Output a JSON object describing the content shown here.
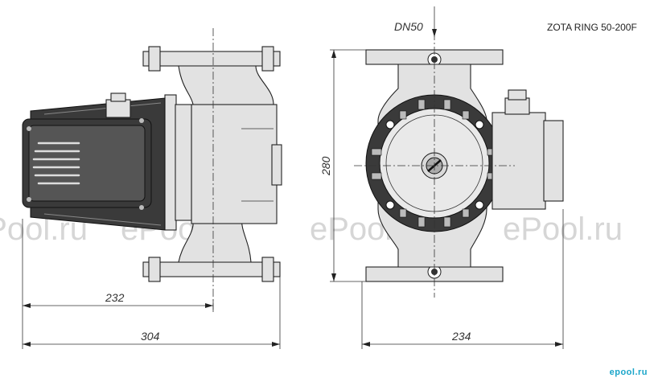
{
  "title": "ZOTA RING 50-200F",
  "nominal_diameter": "DN50",
  "dimensions": {
    "length_to_axis": "232",
    "overall_length": "304",
    "height": "280",
    "width": "234"
  },
  "watermarks": [
    "ePool.ru",
    "ePool.ru",
    "ePool.ru",
    "ePool.ru"
  ],
  "logo": "epool.ru"
}
